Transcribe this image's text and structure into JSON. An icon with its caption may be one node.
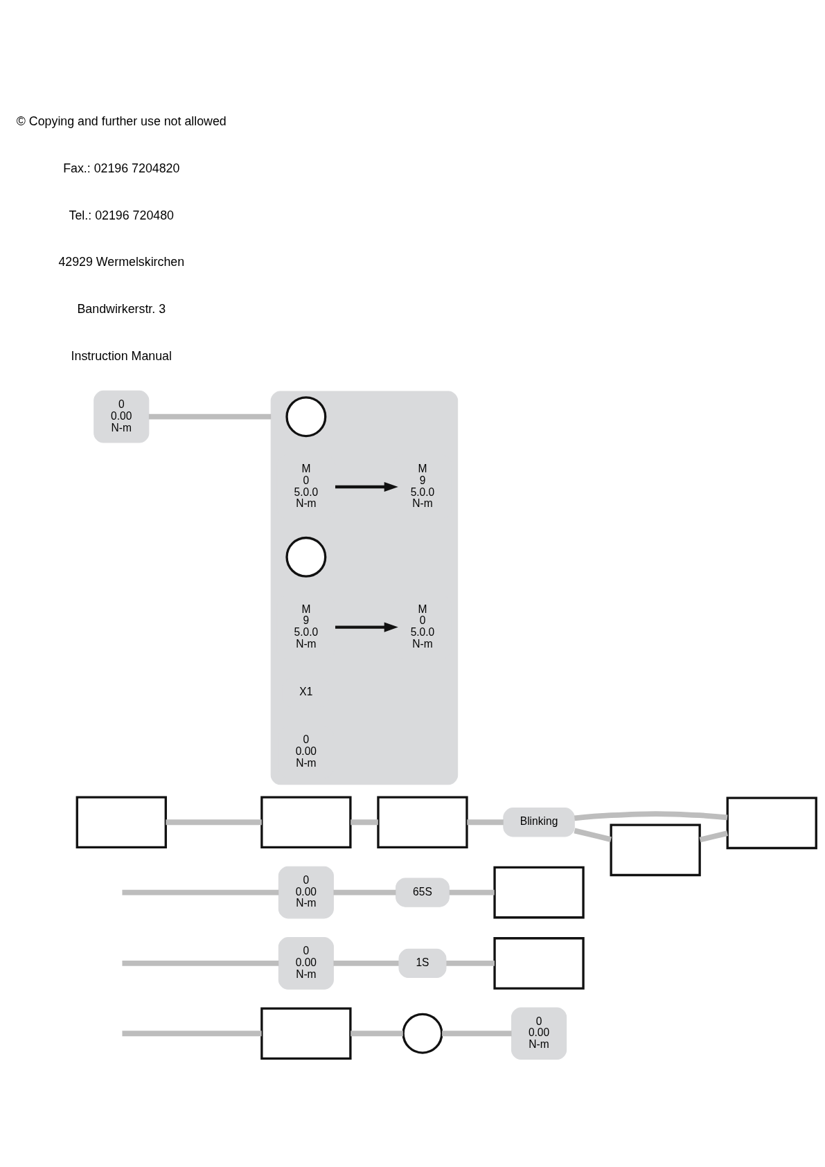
{
  "diagram": {
    "nodes": [
      {
        "text": [],
        "shape": "box"
      },
      {
        "text": [],
        "shape": "circle"
      },
      {
        "text": [
          "0",
          "0.00",
          "N-m"
        ]
      },
      {
        "text": [
          "0",
          "0.00",
          "N-m"
        ]
      },
      {
        "text": [
          "1S"
        ]
      },
      {
        "text": [],
        "shape": "box"
      },
      {
        "text": [
          "0",
          "0.00",
          "N-m"
        ]
      },
      {
        "text": [
          "65S"
        ]
      },
      {
        "text": [],
        "shape": "box"
      },
      {
        "text": [],
        "shape": "box"
      },
      {
        "text": [],
        "shape": "box"
      },
      {
        "text": [],
        "shape": "box"
      },
      {
        "text": [
          "Blinking"
        ]
      },
      {
        "text": [],
        "shape": "box"
      },
      {
        "text": [],
        "shape": "box"
      },
      {
        "text": [
          "0",
          "0.00",
          "N-m"
        ]
      },
      {
        "text": [],
        "shape": "box"
      },
      {
        "text": [],
        "shape": "circle",
        "in": 16
      },
      {
        "text": [
          "M",
          "0",
          "5.0.0",
          "N-m"
        ],
        "in": 16
      },
      {
        "text": [
          "M",
          "9",
          "5.0.0",
          "N-m"
        ],
        "in": 16
      },
      {
        "text": [],
        "shape": "circle",
        "in": 16
      },
      {
        "text": [
          "M",
          "9",
          "5.0.0",
          "N-m"
        ],
        "in": 16
      },
      {
        "text": [
          "M",
          "0",
          "5.0.0",
          "N-m"
        ],
        "in": 16
      },
      {
        "text": [
          "X1"
        ],
        "in": 16
      },
      {
        "text": [
          "0",
          "0.00",
          "N-m"
        ],
        "in": 16
      }
    ],
    "edges": [
      {
        "from": null,
        "to": 0,
        "arrow": "none"
      },
      {
        "from": 0,
        "to": 1,
        "arrow": "none"
      },
      {
        "from": 1,
        "to": 2,
        "arrow": "none"
      },
      {
        "from": null,
        "to": 3,
        "arrow": "none"
      },
      {
        "from": null,
        "to": 6,
        "arrow": "none"
      },
      {
        "from": 3,
        "to": 4,
        "arrow": "none"
      },
      {
        "from": 4,
        "to": 5,
        "arrow": "none"
      },
      {
        "from": 6,
        "to": 7,
        "arrow": "none"
      },
      {
        "from": 7,
        "to": 8,
        "arrow": "none"
      },
      {
        "from": 9,
        "to": 10,
        "arrow": "none"
      },
      {
        "from": 10,
        "to": 11,
        "arrow": "none"
      },
      {
        "from": 11,
        "to": 12,
        "arrow": "none"
      },
      {
        "from": 12,
        "to": 13,
        "arrow": "none"
      },
      {
        "from": 12,
        "to": 14,
        "arrow": "none"
      },
      {
        "from": 14,
        "to": 13,
        "arrow": "none"
      },
      {
        "from": 15,
        "to": 16,
        "arrow": "none"
      },
      {
        "from": 18,
        "to": 19,
        "arrow": "to",
        "color": "#111111"
      },
      {
        "from": 21,
        "to": 22,
        "arrow": "to",
        "color": "#111111"
      }
    ],
    "labels": [
      "Instruction Manual",
      "Bandwirkerstr. 3",
      "42929 Wermelskirchen",
      "Tel.: 02196 720480",
      "Fax.: 02196 7204820",
      "© Copying and further use not allowed"
    ]
  }
}
